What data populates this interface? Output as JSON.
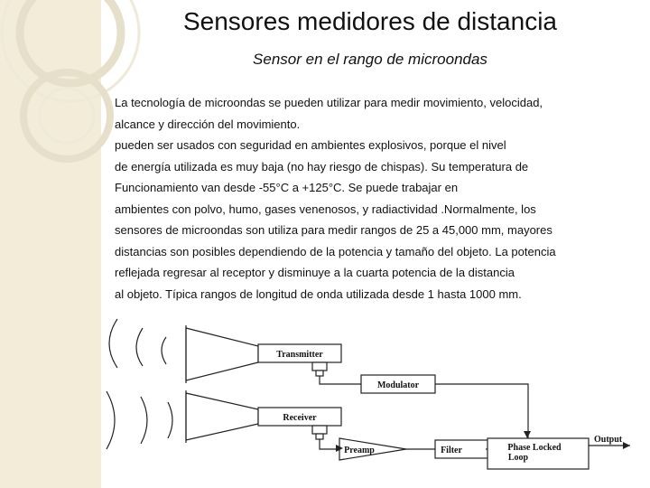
{
  "slide": {
    "title": "Sensores medidores de distancia",
    "subtitle": "Sensor  en el rango de microondas",
    "paragraph_lines": [
      "La tecnología de microondas se pueden utilizar para medir  movimiento, velocidad,",
      "alcance y dirección del movimiento.",
      "pueden ser usados con seguridad en ambientes explosivos, porque el nivel",
      "de energía utilizada es muy baja (no hay riesgo de chispas). Su temperatura de",
      "Funcionamiento van desde -55°C a +125°C. Se puede trabajar en",
      "ambientes con polvo, humo, gases venenosos, y radiactividad .Normalmente, los",
      "sensores de microondas son utiliza para medir rangos de 25 a 45,000 mm, mayores",
      "distancias  son posibles dependiendo de la potencia y tamaño del objeto. La potencia",
      "reflejada regresar al receptor y disminuye a la cuarta potencia de la distancia",
      "al objeto. Típica rangos de longitud de onda utilizada desde 1 hasta 1000 mm."
    ]
  },
  "diagram": {
    "transmitter_label": "Transmitter",
    "receiver_label": "Receiver",
    "modulator_label": "Modulator",
    "preamp_label": "Preamp",
    "filter_label": "Filter",
    "pll_label_line1": "Phase Locked",
    "pll_label_line2": "Loop",
    "output_label": "Output"
  },
  "colors": {
    "band": "#f3ecd8",
    "rings": "#e4dcc4",
    "text": "#111111"
  }
}
